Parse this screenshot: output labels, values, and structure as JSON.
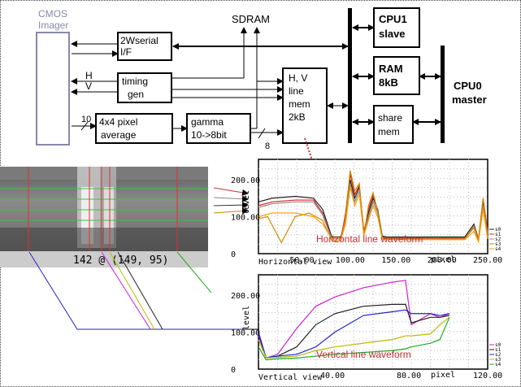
{
  "block_diagram": {
    "cmos_imager": "CMOS\nImager",
    "blocks": {
      "serial": [
        "2Wserial",
        "I/F"
      ],
      "timing": [
        "timing",
        "gen"
      ],
      "average": [
        "4x4 pixel",
        "average"
      ],
      "gamma": [
        "gamma",
        "10->8bit"
      ],
      "linemem": [
        "H, V",
        "line",
        "mem",
        "2kB"
      ],
      "cpu1": [
        "CPU1",
        "slave"
      ],
      "ram": [
        "RAM",
        "8kB"
      ],
      "share": [
        "share",
        "mem"
      ],
      "cpu0": [
        "CPU0",
        "master"
      ]
    },
    "labels": {
      "sdram": "SDRAM",
      "h": "H",
      "v": "V",
      "bus10": "10",
      "bus8": "8"
    }
  },
  "camera_view": {
    "readout": "142 @ (149, 95)"
  },
  "chart_data": [
    {
      "type": "line",
      "title": "Horizontal line waveform",
      "xlabel": "pixel",
      "ylabel": "level",
      "footer": "Horizontal view",
      "xlim": [
        0,
        250
      ],
      "ylim": [
        0,
        255
      ],
      "xticks": [
        "50.00",
        "100.00",
        "150.00",
        "200.00",
        "250.00"
      ],
      "yticks": [
        "0",
        "100.00",
        "200.00"
      ],
      "legend": [
        "s0",
        "s1",
        "s2",
        "s3",
        "s4"
      ],
      "series": [
        {
          "name": "s0",
          "color": "#222222",
          "x": [
            0,
            15,
            40,
            60,
            70,
            80,
            90,
            95,
            100,
            105,
            110,
            115,
            120,
            125,
            130,
            135,
            140,
            150,
            200,
            225,
            235,
            240,
            245,
            250
          ],
          "y": [
            140,
            150,
            155,
            150,
            120,
            45,
            45,
            100,
            200,
            150,
            180,
            60,
            110,
            150,
            120,
            48,
            45,
            45,
            45,
            45,
            80,
            40,
            140,
            50
          ]
        },
        {
          "name": "s1",
          "color": "#dd2222",
          "x": [
            0,
            15,
            40,
            60,
            70,
            80,
            90,
            95,
            100,
            105,
            110,
            115,
            120,
            125,
            130,
            135,
            140,
            150,
            200,
            225,
            235,
            240,
            245,
            250
          ],
          "y": [
            130,
            140,
            145,
            145,
            110,
            40,
            40,
            110,
            215,
            160,
            185,
            55,
            120,
            160,
            115,
            45,
            42,
            42,
            42,
            42,
            70,
            40,
            150,
            60
          ]
        },
        {
          "name": "s2",
          "color": "#888888",
          "x": [
            0,
            15,
            40,
            60,
            70,
            80,
            90,
            95,
            100,
            105,
            110,
            115,
            120,
            125,
            130,
            135,
            140,
            150,
            200,
            225,
            235,
            240,
            245,
            250
          ],
          "y": [
            125,
            135,
            140,
            140,
            105,
            40,
            40,
            90,
            190,
            140,
            170,
            50,
            100,
            140,
            110,
            42,
            40,
            40,
            40,
            40,
            70,
            35,
            130,
            55
          ]
        },
        {
          "name": "s3",
          "color": "#cc8800",
          "x": [
            0,
            10,
            25,
            40,
            55,
            70,
            80,
            90,
            95,
            100,
            105,
            110,
            115,
            120,
            125,
            130,
            135,
            140,
            150,
            200,
            225,
            235,
            240,
            245,
            250
          ],
          "y": [
            95,
            100,
            30,
            100,
            110,
            90,
            35,
            35,
            100,
            225,
            170,
            190,
            50,
            130,
            165,
            115,
            42,
            40,
            40,
            40,
            40,
            75,
            40,
            150,
            45
          ]
        },
        {
          "name": "s4",
          "color": "#ff9900",
          "x": [
            0,
            15,
            40,
            60,
            70,
            80,
            90,
            95,
            100,
            105,
            110,
            115,
            120,
            125,
            130,
            135,
            140,
            150,
            200,
            225,
            235,
            240,
            245,
            250
          ],
          "y": [
            100,
            110,
            110,
            100,
            80,
            40,
            40,
            80,
            180,
            130,
            160,
            50,
            90,
            130,
            100,
            40,
            38,
            38,
            38,
            38,
            60,
            32,
            120,
            40
          ]
        }
      ]
    },
    {
      "type": "line",
      "title": "Vertical line waveform",
      "xlabel": "pixel",
      "ylabel": "level",
      "footer": "Vertical view",
      "xlim": [
        0,
        120
      ],
      "ylim": [
        0,
        255
      ],
      "xticks": [
        "40.00",
        "80.00",
        "120.00"
      ],
      "yticks": [
        "0",
        "100.00",
        "200.00"
      ],
      "legend": [
        "s0",
        "s1",
        "s2",
        "s3",
        "s4"
      ],
      "series": [
        {
          "name": "s0",
          "color": "#cc22cc",
          "x": [
            0,
            4,
            10,
            20,
            30,
            40,
            55,
            70,
            77,
            80,
            90,
            95,
            100
          ],
          "y": [
            90,
            30,
            40,
            110,
            170,
            195,
            220,
            235,
            240,
            120,
            150,
            140,
            150
          ]
        },
        {
          "name": "s1",
          "color": "#222222",
          "x": [
            0,
            4,
            10,
            20,
            30,
            40,
            55,
            70,
            77,
            80,
            90,
            95,
            100
          ],
          "y": [
            95,
            30,
            35,
            60,
            120,
            150,
            170,
            175,
            175,
            125,
            140,
            140,
            145
          ]
        },
        {
          "name": "s2",
          "color": "#2222cc",
          "x": [
            0,
            4,
            10,
            20,
            30,
            40,
            55,
            70,
            77,
            80,
            90,
            95,
            100
          ],
          "y": [
            100,
            30,
            35,
            40,
            60,
            100,
            145,
            155,
            160,
            150,
            150,
            145,
            150
          ]
        },
        {
          "name": "s3",
          "color": "#bbbb00",
          "x": [
            0,
            4,
            10,
            20,
            30,
            40,
            55,
            70,
            77,
            80,
            90,
            95,
            100
          ],
          "y": [
            80,
            30,
            32,
            35,
            50,
            60,
            70,
            80,
            90,
            90,
            95,
            120,
            140
          ]
        },
        {
          "name": "s4",
          "color": "#22aa22",
          "x": [
            0,
            4,
            10,
            20,
            30,
            40,
            55,
            70,
            77,
            80,
            90,
            95,
            100
          ],
          "y": [
            60,
            25,
            28,
            30,
            35,
            40,
            45,
            50,
            55,
            60,
            70,
            80,
            140
          ]
        }
      ]
    }
  ]
}
